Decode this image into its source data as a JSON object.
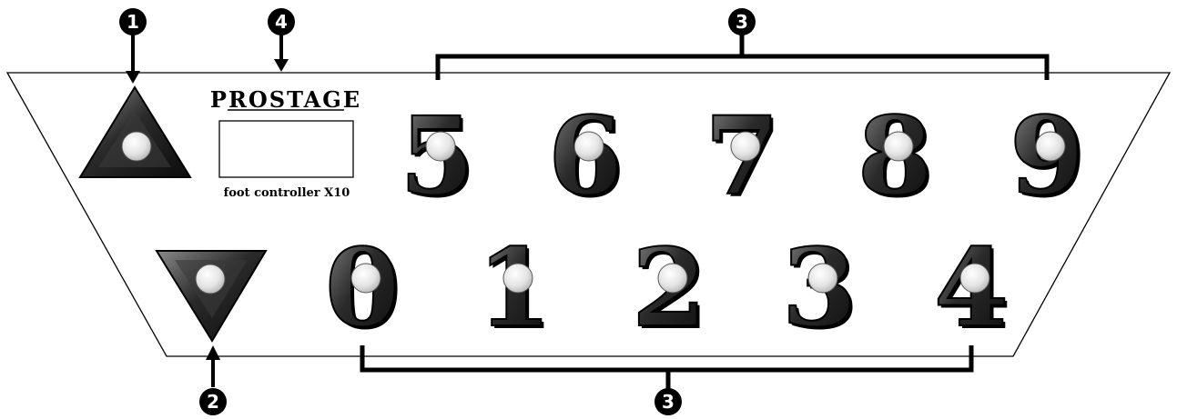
{
  "brand": {
    "name": "PROSTAGE",
    "model_text": "foot controller X10"
  },
  "callouts": {
    "up": "1",
    "down": "2",
    "numbers_top": "3",
    "numbers_bottom": "3",
    "display": "4"
  },
  "top_row": [
    "5",
    "6",
    "7",
    "8",
    "9"
  ],
  "bottom_row": [
    "0",
    "1",
    "2",
    "3",
    "4"
  ],
  "colors": {
    "panel_stroke": "#000000",
    "key_dark": "#1e1e1e",
    "key_mid": "#5a5a5a",
    "led": "#e6e6e6",
    "callout_fill": "#000000"
  }
}
